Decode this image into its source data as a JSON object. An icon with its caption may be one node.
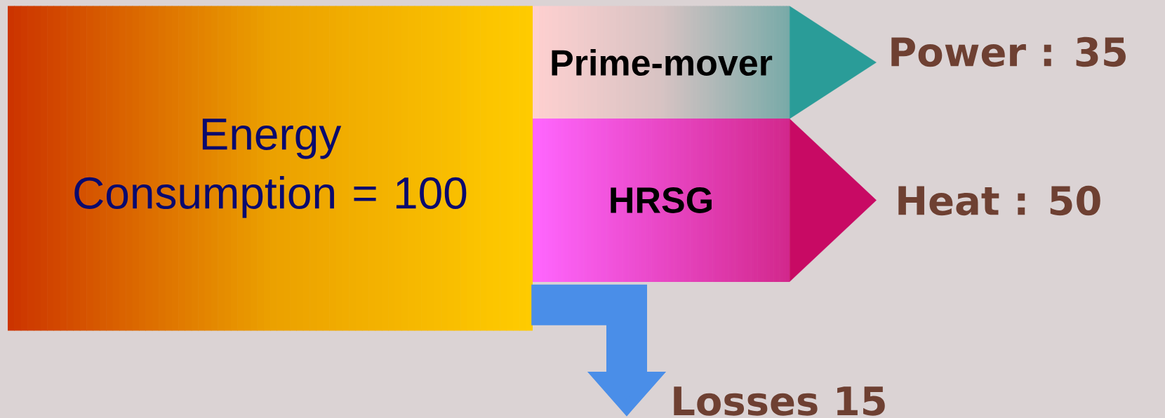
{
  "diagram": {
    "nodes": [
      {
        "text": [
          "Energy Consumption = 100"
        ]
      },
      {
        "text": [
          "Prime-mover"
        ]
      },
      {
        "text": [
          "HRSG"
        ]
      },
      {
        "text": [
          "Power : 35"
        ]
      },
      {
        "text": [
          "Heat : 50"
        ]
      },
      {
        "text": [
          "Losses 15"
        ]
      }
    ],
    "edges": [
      {
        "from": 1,
        "to": 3,
        "arrow": "to",
        "color": "#2a9c98"
      },
      {
        "from": 2,
        "to": 4,
        "arrow": "to",
        "color": "#c80a64"
      },
      {
        "from": 0,
        "to": 5,
        "arrow": "to",
        "color": "#4a8ee8"
      }
    ]
  }
}
